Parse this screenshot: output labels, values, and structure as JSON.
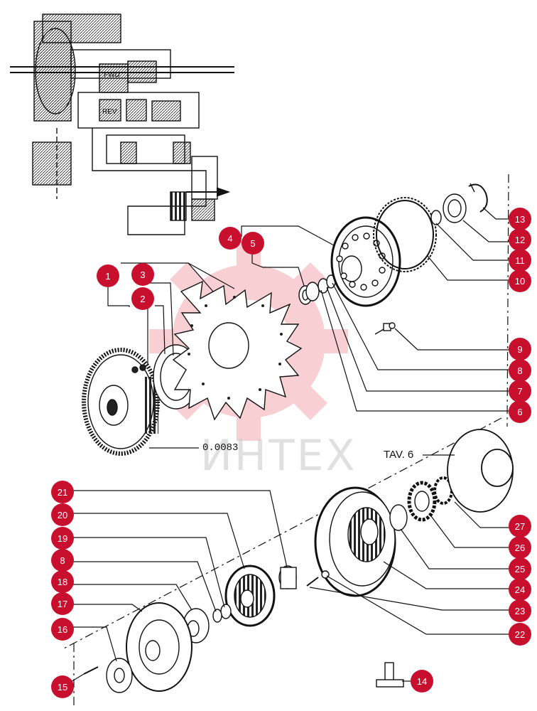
{
  "watermark": {
    "text": "ИНТЕХ",
    "color": "#e0303f"
  },
  "labels": {
    "part_code": "0.0083",
    "table_ref": "TAV. 6"
  },
  "colors": {
    "callout_fill": "#c8102e",
    "line": "#111111",
    "ink": "#222222"
  },
  "callouts": [
    {
      "id": "c1",
      "label": "1"
    },
    {
      "id": "c2",
      "label": "2"
    },
    {
      "id": "c3",
      "label": "3"
    },
    {
      "id": "c4",
      "label": "4"
    },
    {
      "id": "c5",
      "label": "5"
    },
    {
      "id": "c6",
      "label": "6"
    },
    {
      "id": "c7",
      "label": "7"
    },
    {
      "id": "c8a",
      "label": "8"
    },
    {
      "id": "c9",
      "label": "9"
    },
    {
      "id": "c10",
      "label": "10"
    },
    {
      "id": "c11",
      "label": "11"
    },
    {
      "id": "c12",
      "label": "12"
    },
    {
      "id": "c13",
      "label": "13"
    },
    {
      "id": "c14",
      "label": "14"
    },
    {
      "id": "c15",
      "label": "15"
    },
    {
      "id": "c16",
      "label": "16"
    },
    {
      "id": "c17",
      "label": "17"
    },
    {
      "id": "c18",
      "label": "18"
    },
    {
      "id": "c8b",
      "label": "8"
    },
    {
      "id": "c19",
      "label": "19"
    },
    {
      "id": "c20",
      "label": "20"
    },
    {
      "id": "c21",
      "label": "21"
    },
    {
      "id": "c22",
      "label": "22"
    },
    {
      "id": "c23",
      "label": "23"
    },
    {
      "id": "c24",
      "label": "24"
    },
    {
      "id": "c25",
      "label": "25"
    },
    {
      "id": "c26",
      "label": "26"
    },
    {
      "id": "c27",
      "label": "27"
    }
  ]
}
